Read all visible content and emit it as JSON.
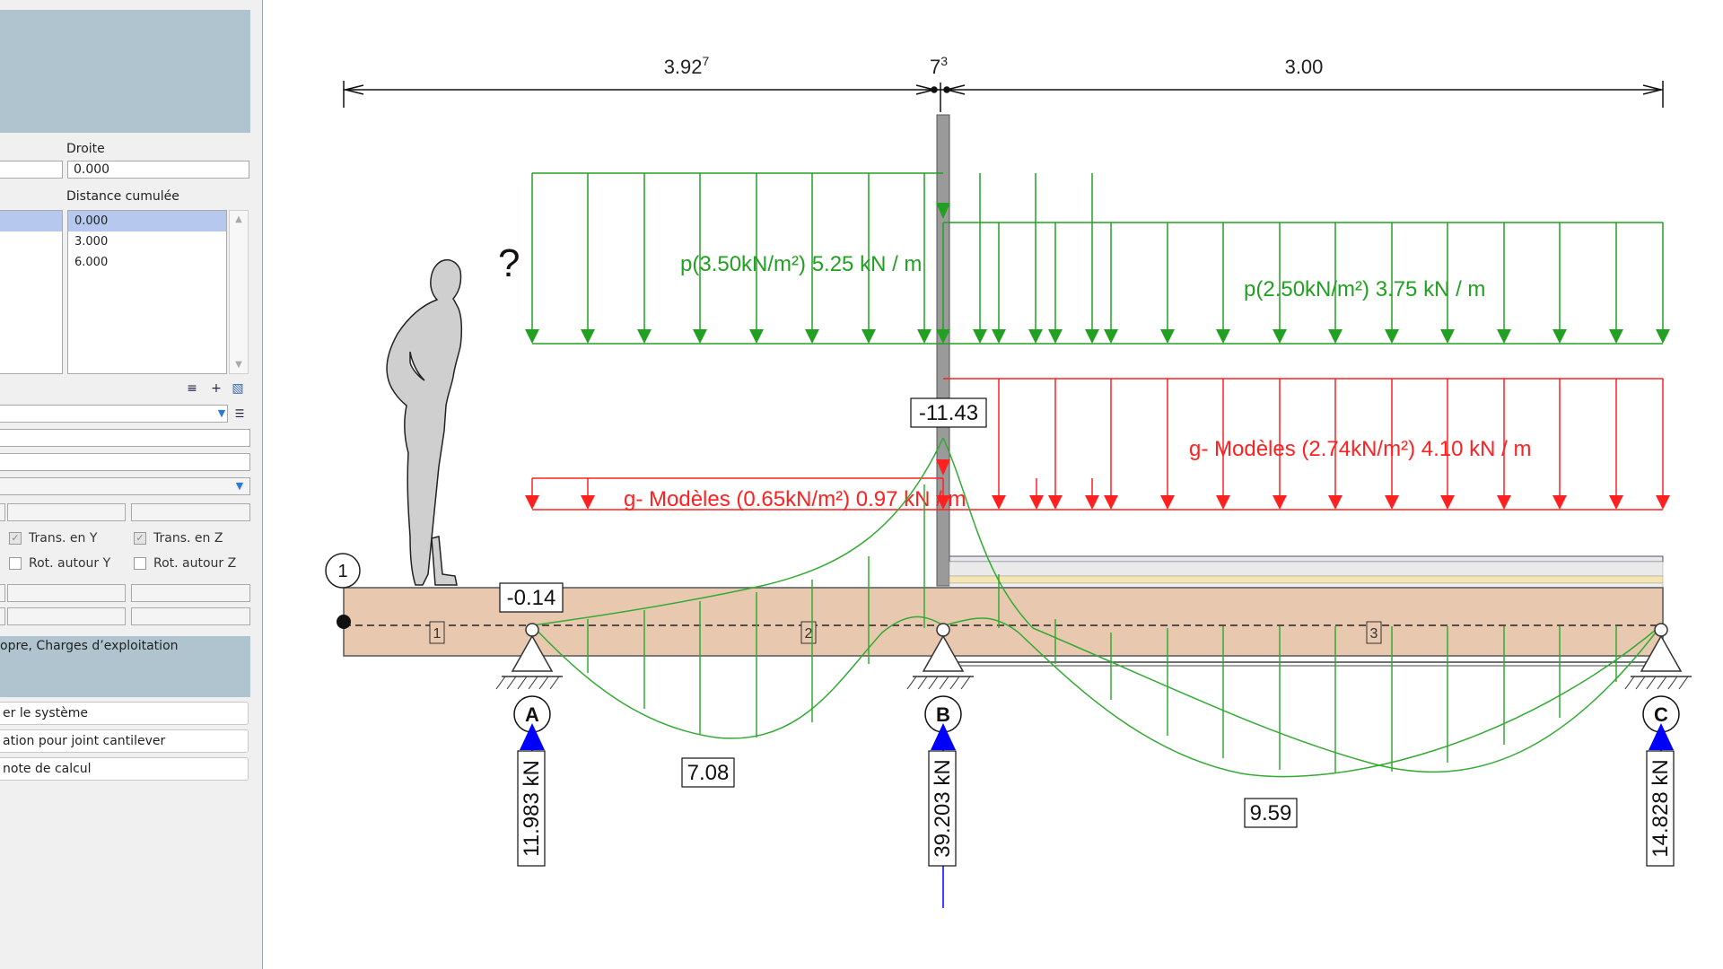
{
  "left_panel": {
    "droite_label": "Droite",
    "droite_value": "0.000",
    "distance_label": "Distance cumulée",
    "distances": [
      "0.000",
      "3.000",
      "6.000"
    ],
    "trans_y": "Trans. en Y",
    "trans_z": "Trans. en Z",
    "rot_y": "Rot. autour Y",
    "rot_z": "Rot. autour Z",
    "loadcase_text": "opre, Charges d’exploitation",
    "buttons": [
      "er le système",
      "ation pour joint cantilever",
      "note de calcul"
    ],
    "icons": [
      "split-icon",
      "add-icon",
      "trash-icon"
    ]
  },
  "diagram": {
    "dimensions": [
      {
        "main": "3.92",
        "sup": "7"
      },
      {
        "main": "7",
        "sup": "3"
      },
      {
        "main": "3.00",
        "sup": ""
      }
    ],
    "loads": {
      "p_left": "p(3.50kN/m²) 5.25 kN / m",
      "p_right": "p(2.50kN/m²) 3.75 kN / m",
      "g_left": "g- Modèles (0.65kN/m²) 0.97 kN / m",
      "g_right": "g- Modèles (2.74kN/m²) 4.10 kN / m"
    },
    "values": {
      "moment_support_b": "-11.43",
      "moment_near_a": "-0.14",
      "moment_span_1": "7.08",
      "moment_span_2": "9.59"
    },
    "node_label": "1",
    "span_labels": [
      "1",
      "2",
      "3"
    ],
    "supports": [
      {
        "letter": "A",
        "reaction": "11.983 kN"
      },
      {
        "letter": "B",
        "reaction": "39.203 kN"
      },
      {
        "letter": "C",
        "reaction": "14.828 kN"
      }
    ],
    "question_mark": "?",
    "colors": {
      "live_load": "#22a022",
      "dead_load": "#ff2020",
      "moment": "#33aa33",
      "beam": "#e8c9b0",
      "reaction": "#0000ff"
    }
  }
}
